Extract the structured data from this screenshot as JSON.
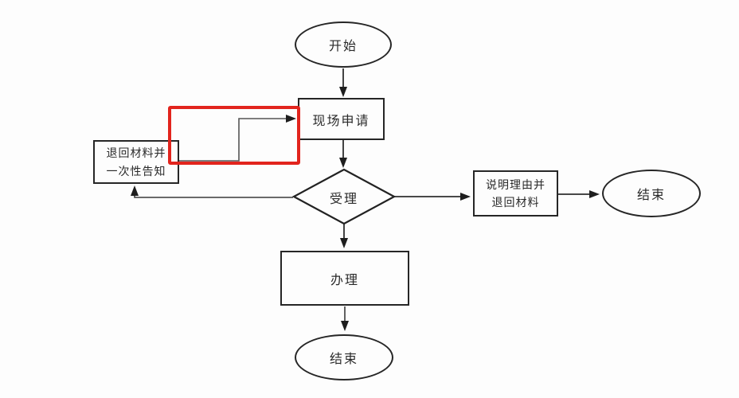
{
  "diagram": {
    "kind": "flowchart",
    "colors": {
      "stroke": "#2b2b2b",
      "shape_fill": "#fdfdfd",
      "text": "#2a2a2a",
      "annotation_red": "#e2241d"
    },
    "nodes": {
      "start": {
        "label": "开始"
      },
      "onsite_application": {
        "label": "现场申请"
      },
      "return_and_notify": {
        "lines": [
          "退回材料并",
          "一次性告知"
        ]
      },
      "accept": {
        "label": "受理"
      },
      "explain_and_return": {
        "lines": [
          "说明理由并",
          "退回材料"
        ]
      },
      "end_right": {
        "label": "结束"
      },
      "process": {
        "label": "办理"
      },
      "end_bottom": {
        "label": "结束"
      }
    },
    "annotation": {
      "description": "red-rectangle-highlight-over-reapply-connector"
    }
  }
}
